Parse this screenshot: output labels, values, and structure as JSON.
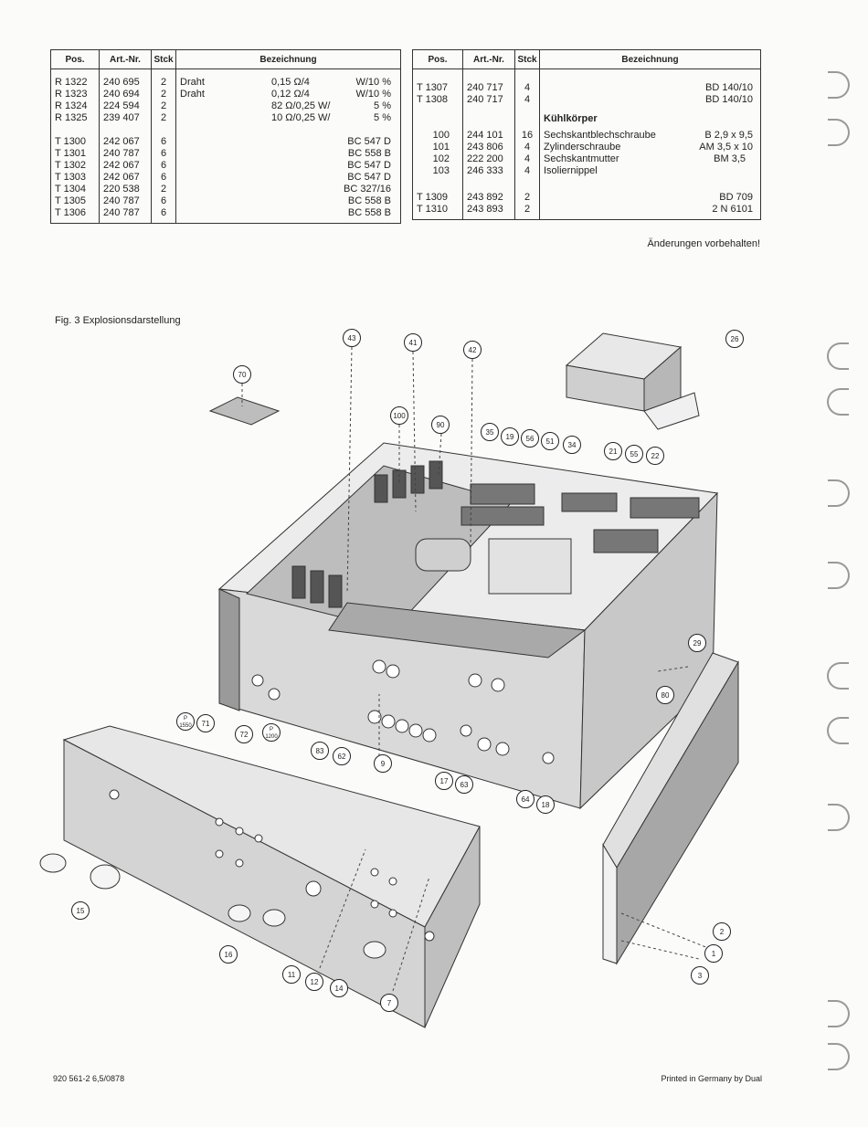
{
  "table_left": {
    "headers": [
      "Pos.",
      "Art.-Nr.",
      "Stck",
      "Bezeichnung"
    ],
    "group1": {
      "pos": [
        "R 1322",
        "R 1323",
        "R 1324",
        "R 1325"
      ],
      "art": [
        "240 695",
        "240 694",
        "224 594",
        "239 407"
      ],
      "stck": [
        "2",
        "2",
        "2",
        "2"
      ],
      "desc_left": [
        "Draht",
        "Draht",
        "",
        ""
      ],
      "desc_mid": [
        "0,15 Ω/4",
        "0,12 Ω/4",
        "82   Ω/0,25 W/",
        "10   Ω/0,25 W/"
      ],
      "desc_right": [
        "W/10 %",
        "W/10 %",
        "5 %",
        "5 %"
      ]
    },
    "group2": {
      "pos": [
        "T 1300",
        "T 1301",
        "T 1302",
        "T 1303",
        "T 1304",
        "T 1305",
        "T 1306"
      ],
      "art": [
        "242 067",
        "240 787",
        "242 067",
        "242 067",
        "220 538",
        "240 787",
        "240 787"
      ],
      "stck": [
        "6",
        "6",
        "6",
        "6",
        "2",
        "6",
        "6"
      ],
      "desc": [
        "BC 547 D",
        "BC 558 B",
        "BC 547 D",
        "BC 547 D",
        "BC 327/16",
        "BC 558 B",
        "BC 558 B"
      ]
    }
  },
  "table_right": {
    "headers": [
      "Pos.",
      "Art.-Nr.",
      "Stck",
      "Bezeichnung"
    ],
    "group1": {
      "pos": [
        "T 1307",
        "T 1308"
      ],
      "art": [
        "240 717",
        "240 717"
      ],
      "stck": [
        "4",
        "4"
      ],
      "desc": [
        "BD 140/10",
        "BD 140/10"
      ]
    },
    "heading": "Kühlkörper",
    "group2": {
      "pos": [
        "100",
        "101",
        "102",
        "103"
      ],
      "art": [
        "244 101",
        "243 806",
        "222 200",
        "246 333"
      ],
      "stck": [
        "16",
        "4",
        "4",
        "4"
      ],
      "desc_left": [
        "Sechskantblechschraube",
        "Zylinderschraube",
        "Sechskantmutter",
        "Isoliernippel"
      ],
      "desc_right": [
        "B 2,9 x 9,5",
        "AM 3,5 x 10",
        "BM 3,5",
        ""
      ]
    },
    "group3": {
      "pos": [
        "T 1309",
        "T 1310"
      ],
      "art": [
        "243 892",
        "243 893"
      ],
      "stck": [
        "2",
        "2"
      ],
      "desc": [
        "BD 709",
        "2 N 6101"
      ]
    }
  },
  "note": "Änderungen vorbehalten!",
  "figure_title": "Fig. 3  Explosionsdarstellung",
  "callouts": {
    "c43": "43",
    "c41": "41",
    "c42": "42",
    "c26": "26",
    "c70": "70",
    "c100": "100",
    "c90": "90",
    "c35": "35",
    "c19": "19",
    "c56": "56",
    "c51": "51",
    "c34": "34",
    "c21": "21",
    "c55": "55",
    "c22": "22",
    "c29": "29",
    "c80": "80",
    "cp1550": "P\n1550",
    "c71": "71",
    "c72": "72",
    "cp1200": "P\n1200",
    "c83": "83",
    "c62": "62",
    "c9": "9",
    "c17": "17",
    "c63": "63",
    "c64": "64",
    "c18": "18",
    "c15": "15",
    "c16": "16",
    "c11": "11",
    "c12": "12",
    "c14": "14",
    "c7": "7",
    "c2": "2",
    "c1": "1",
    "c3": "3"
  },
  "footer_left": "920 561-2 6,5/0878",
  "footer_right": "Printed in Germany by Dual"
}
